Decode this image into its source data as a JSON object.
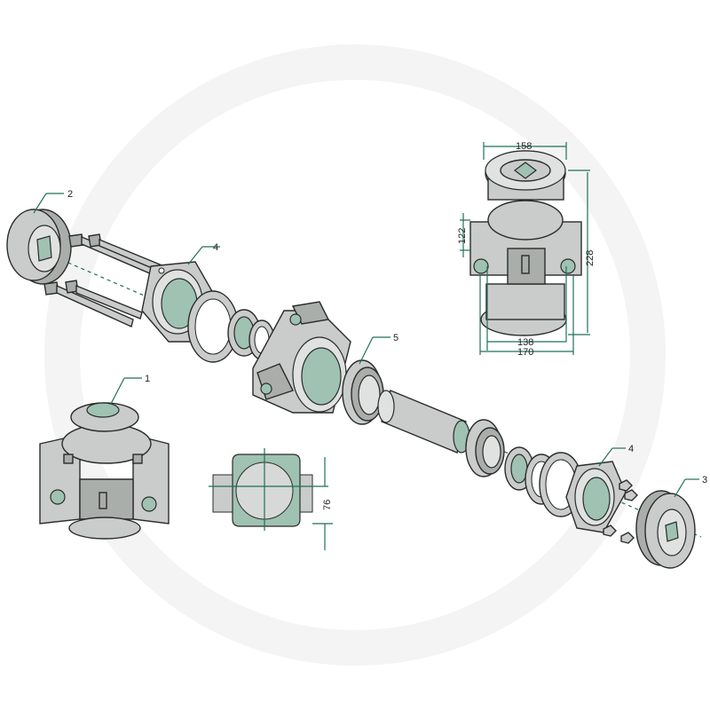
{
  "diagram": {
    "type": "exploded-parts-view",
    "part_labels": [
      {
        "id": "label-1",
        "text": "1"
      },
      {
        "id": "label-2",
        "text": "2"
      },
      {
        "id": "label-3",
        "text": "3"
      },
      {
        "id": "label-4a",
        "text": "4"
      },
      {
        "id": "label-4b",
        "text": "4"
      },
      {
        "id": "label-5",
        "text": "5"
      }
    ],
    "dimensions": {
      "top_width": "158",
      "flange_height": "122",
      "total_height": "228",
      "bolt_spacing": "138",
      "base_width": "170",
      "gasket_offset": "76"
    },
    "colors": {
      "accent": "#1f6f5c",
      "part": "#c9ccca",
      "highlight": "#9fc2b3"
    }
  }
}
